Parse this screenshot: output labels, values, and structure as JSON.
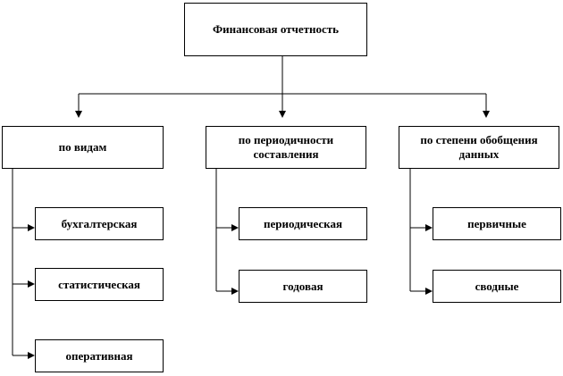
{
  "root": {
    "label": "Финансовая отчетность"
  },
  "categories": [
    {
      "label": "по видам",
      "children": [
        "бухгалтерская",
        "статистическая",
        "оперативная"
      ]
    },
    {
      "label": "по периодичности составления",
      "children": [
        "периодическая",
        "годовая"
      ]
    },
    {
      "label": "по степени обобщения данных",
      "children": [
        "первичные",
        "сводные"
      ]
    }
  ]
}
